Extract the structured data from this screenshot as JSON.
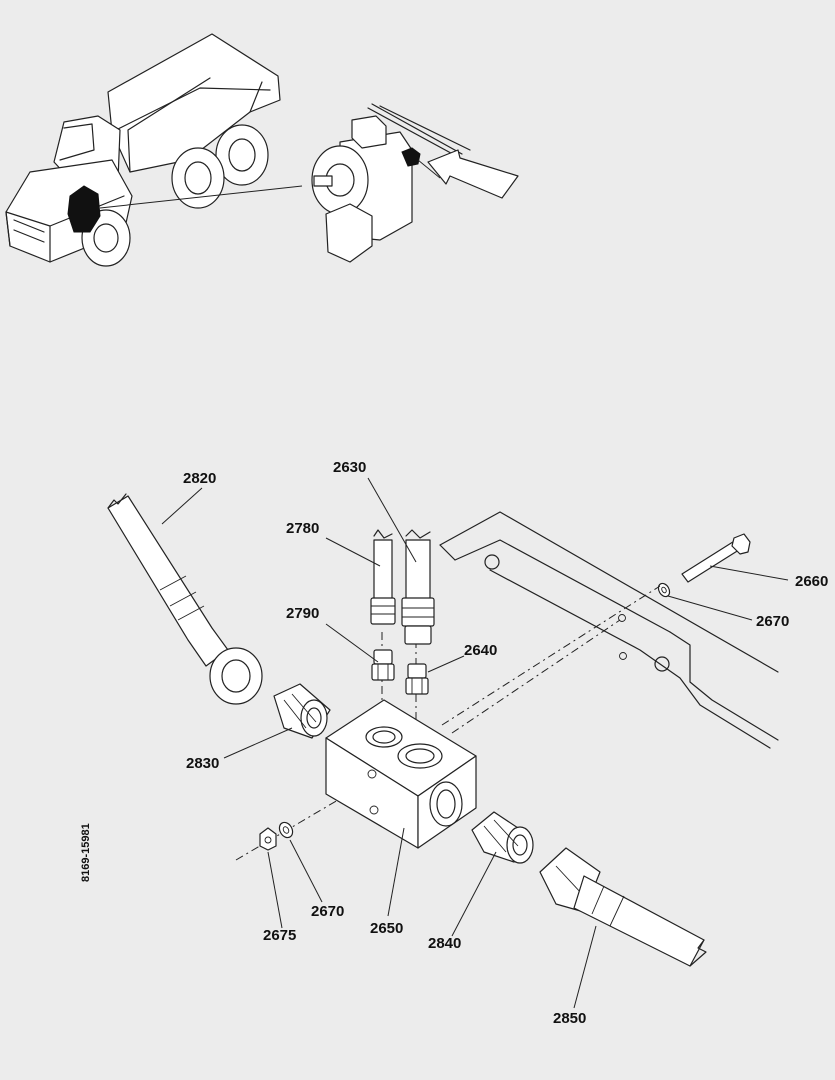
{
  "document_id": "8169-15981",
  "callouts": [
    {
      "id": "2820",
      "text": "2820"
    },
    {
      "id": "2630",
      "text": "2630"
    },
    {
      "id": "2780",
      "text": "2780"
    },
    {
      "id": "2660",
      "text": "2660"
    },
    {
      "id": "2790",
      "text": "2790"
    },
    {
      "id": "2670a",
      "text": "2670"
    },
    {
      "id": "2640",
      "text": "2640"
    },
    {
      "id": "2830",
      "text": "2830"
    },
    {
      "id": "2670b",
      "text": "2670"
    },
    {
      "id": "2675",
      "text": "2675"
    },
    {
      "id": "2650",
      "text": "2650"
    },
    {
      "id": "2840",
      "text": "2840"
    },
    {
      "id": "2850",
      "text": "2850"
    }
  ]
}
